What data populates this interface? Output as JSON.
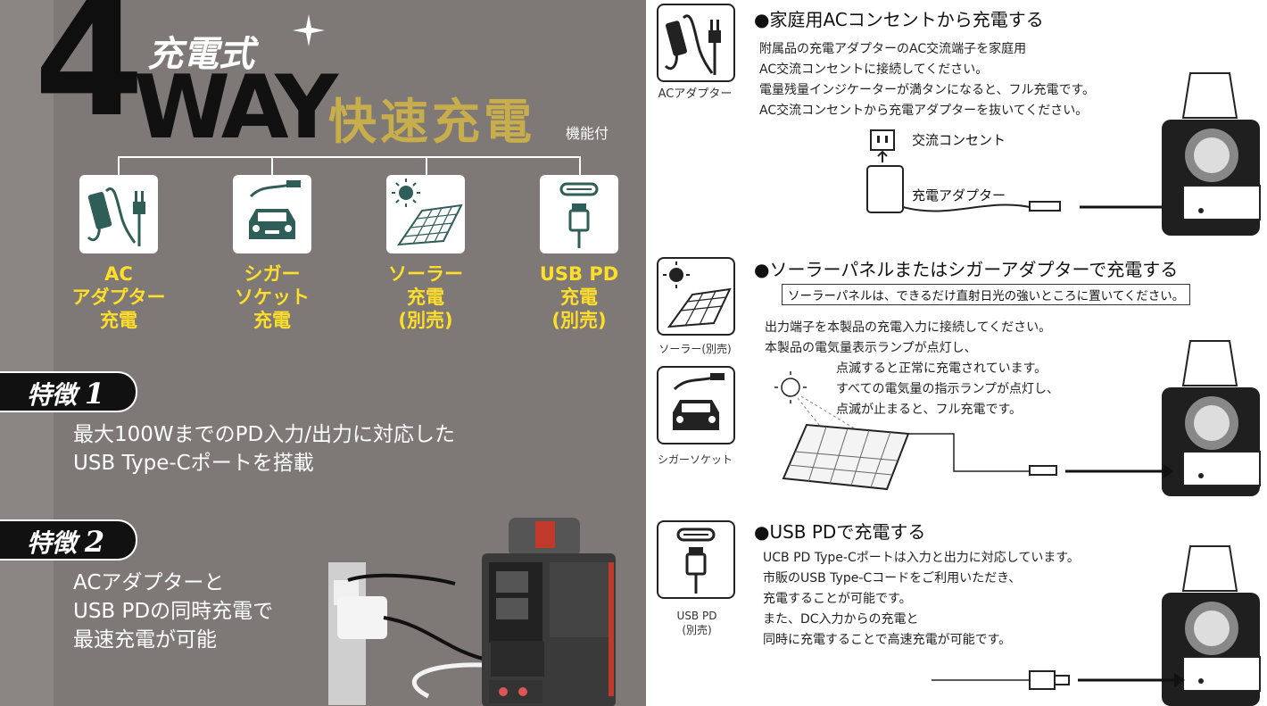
{
  "left": {
    "big_number": "4",
    "juden_shiki": "充電式",
    "way": "WAY",
    "kaisoku": "快速充電",
    "kinou": "機能付",
    "methods": [
      {
        "label_lines": [
          "AC",
          "アダプター",
          "充電"
        ],
        "icon": "ac-adapter-icon"
      },
      {
        "label_lines": [
          "シガー",
          "ソケット",
          "充電"
        ],
        "icon": "car-socket-icon"
      },
      {
        "label_lines": [
          "ソーラー",
          "充電",
          "(別売)"
        ],
        "icon": "solar-panel-icon"
      },
      {
        "label_lines": [
          "USB PD",
          "充電",
          "(別売)"
        ],
        "icon": "usb-c-icon"
      }
    ],
    "features": [
      {
        "badge": "特徴",
        "num": "1",
        "lines": [
          "最大100WまでのPD入力/出力に対応した",
          "USB Type-Cポートを搭載"
        ]
      },
      {
        "badge": "特徴",
        "num": "2",
        "lines": [
          "ACアダプターと",
          "USB PDの同時充電で",
          "最速充電が可能"
        ]
      }
    ]
  },
  "right": {
    "sections": [
      {
        "heading": "●家庭用ACコンセントから充電する",
        "lines": [
          "附属品の充電アダプターのAC交流端子を家庭用",
          "AC交流コンセントに接続してください。",
          "電量残量インジケーターが満タンになると、フル充電です。",
          "AC交流コンセントから充電アダプターを抜いてください。"
        ],
        "icon_caption": "ACアダプター",
        "outlet_label": "交流コンセント",
        "adapter_label": "充電アダプター"
      },
      {
        "heading": "●ソーラーパネルまたはシガーアダプターで充電する",
        "notice": "ソーラーパネルは、できるだけ直射日光の強いところに置いてください。",
        "lines": [
          "出力端子を本製品の充電入力に接続してください。",
          "本製品の電気量表示ランプが点灯し、",
          "点滅すると正常に充電されています。",
          "すべての電気量の指示ランプが点灯し、",
          "点滅が止まると、フル充電です。"
        ],
        "icon_caption_1": "ソーラー(別売)",
        "icon_caption_2": "シガーソケット"
      },
      {
        "heading": "●USB PDで充電する",
        "lines": [
          "UCB PD Type-Cポートは入力と出力に対応しています。",
          "市販のUSB Type-Cコードをご利用いただき、",
          "充電することが可能です。",
          "また、DC入力からの充電と",
          "同時に充電することで高速充電が可能です。"
        ],
        "icon_caption_lines": [
          "USB PD",
          "(別売)"
        ]
      }
    ]
  }
}
